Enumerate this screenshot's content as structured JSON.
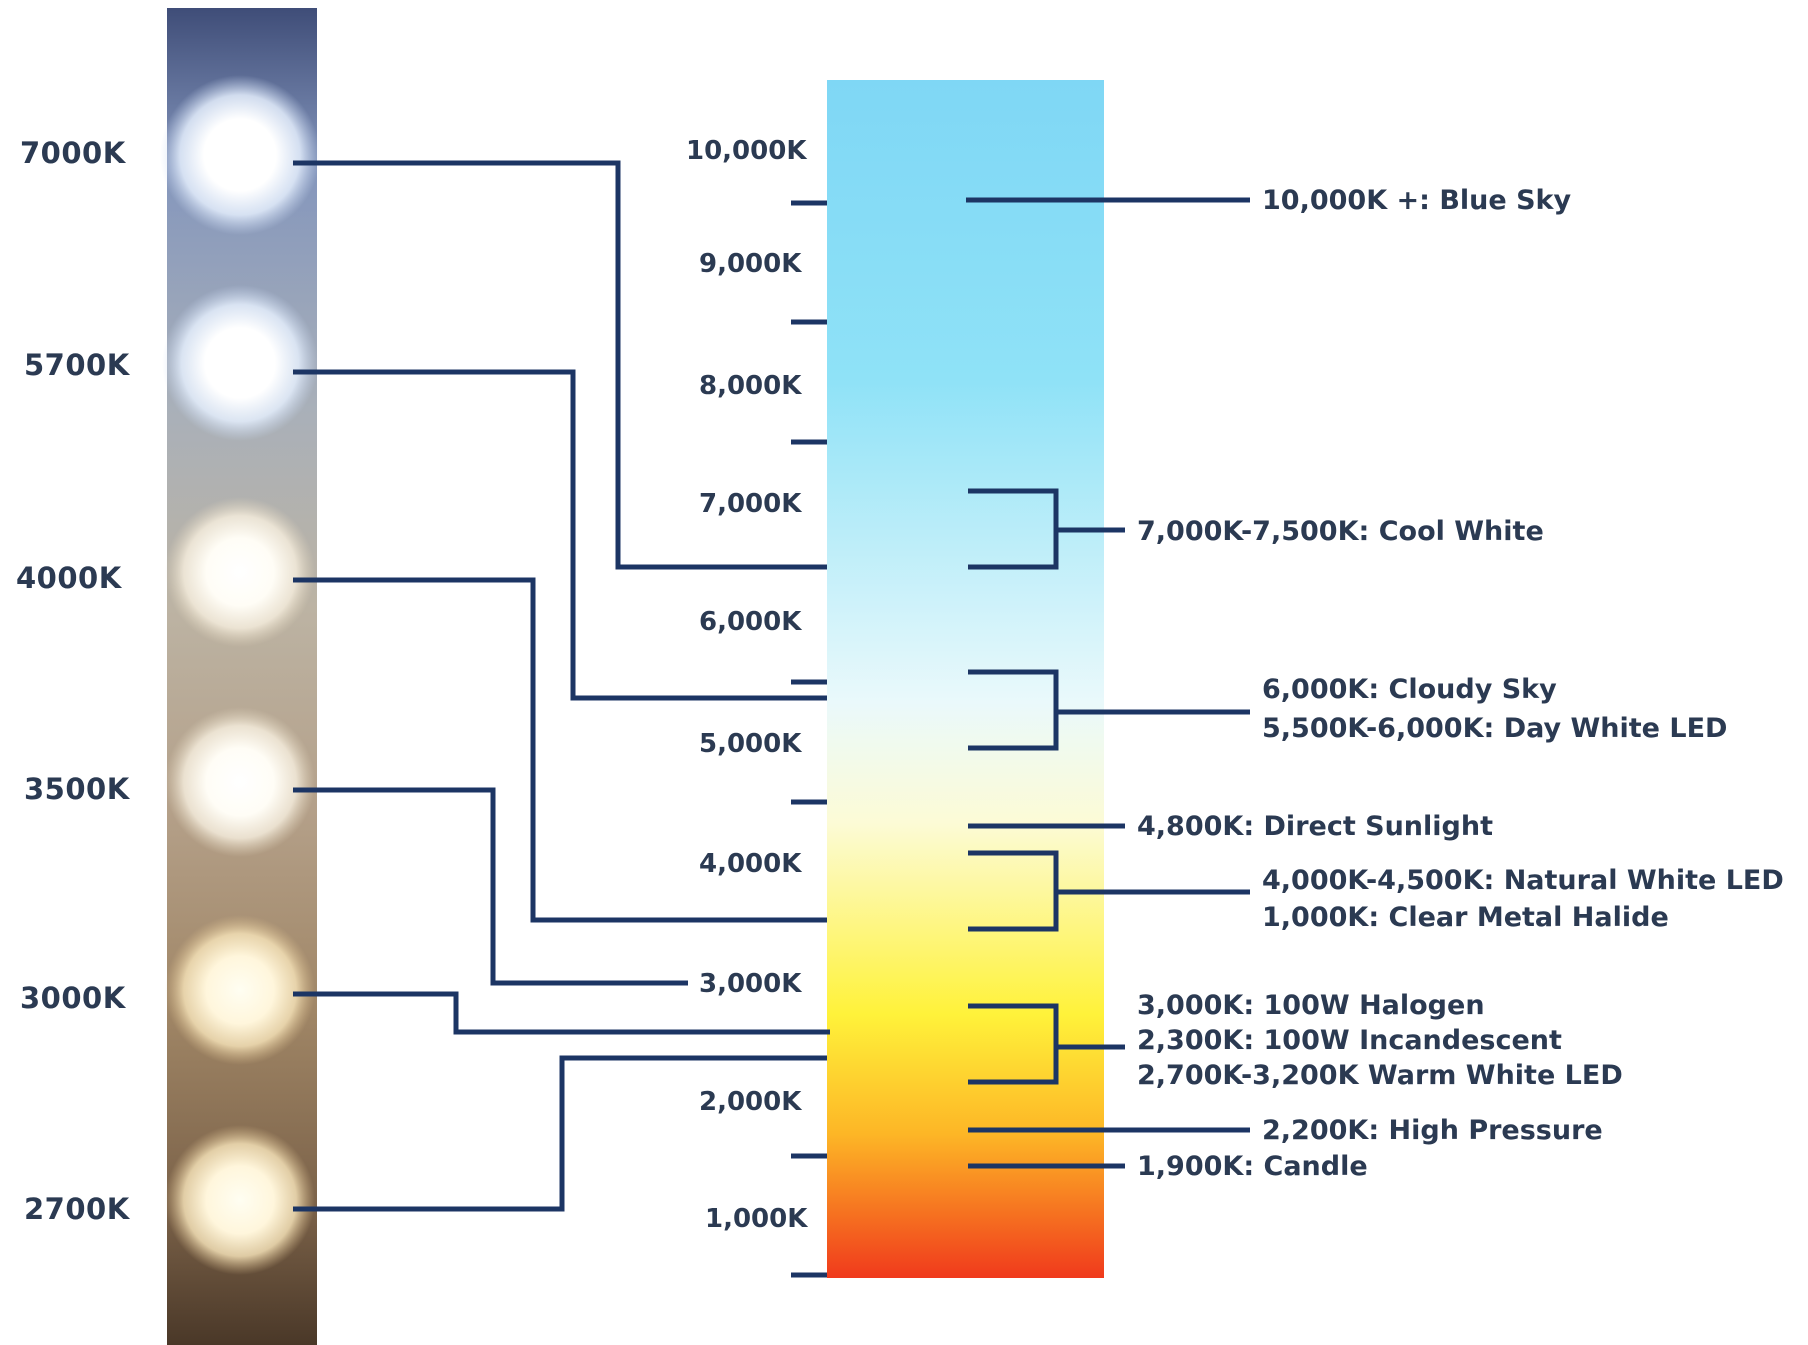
{
  "led_labels": [
    "7000K",
    "5700K",
    "4000K",
    "3500K",
    "3000K",
    "2700K"
  ],
  "scale_labels": [
    "10,000K",
    "9,000K",
    "8,000K",
    "7,000K",
    "6,000K",
    "5,000K",
    "4,000K",
    "3,000K",
    "2,000K",
    "1,000K"
  ],
  "descriptions": {
    "blue_sky": "10,000K +: Blue Sky",
    "cool_white": "7,000K-7,500K: Cool White",
    "cloudy_sky": "6,000K: Cloudy Sky",
    "day_white": "5,500K-6,000K: Day White LED",
    "direct_sun": "4,800K: Direct Sunlight",
    "natural_white": "4,000K-4,500K: Natural White LED",
    "metal_halide": "1,000K: Clear Metal Halide",
    "halogen": "3,000K: 100W Halogen",
    "incandescent": "2,300K: 100W Incandescent",
    "warm_white": "2,700K-3,200K Warm White LED",
    "high_pressure": "2,200K: High Pressure",
    "candle": "1,900K: Candle"
  },
  "colors": {
    "line": "#1c3564",
    "text": "#2b3a52",
    "gradient_top": "#7fd7f5",
    "gradient_mid": "#eaf9fb",
    "gradient_yellow": "#fff23a",
    "gradient_bottom": "#f03a1c"
  }
}
